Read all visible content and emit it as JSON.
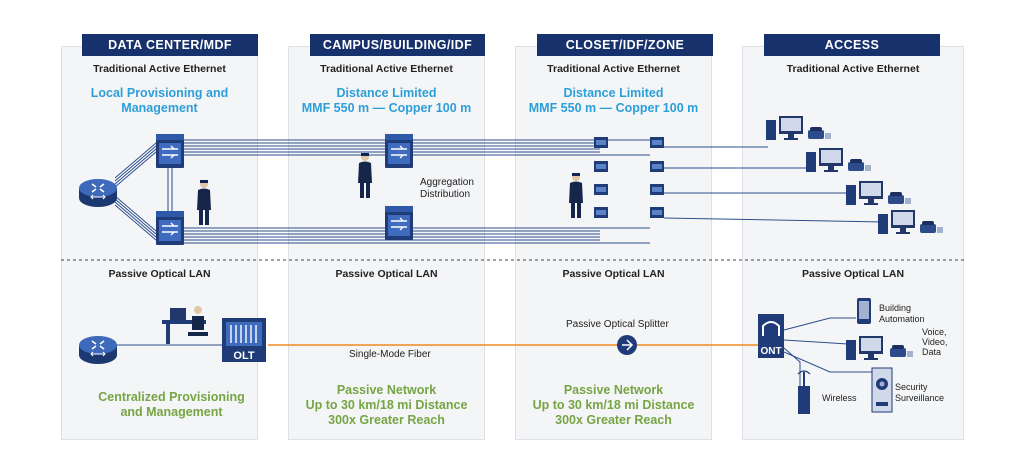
{
  "columns": [
    {
      "header": "DATA CENTER/MDF",
      "active_label": "Traditional Active Ethernet",
      "active_desc": [
        "Local Provisioning and",
        "Management"
      ],
      "passive_label": "Passive Optical LAN",
      "passive_desc": [
        "Centralized Provisioning",
        "and Management"
      ]
    },
    {
      "header": "CAMPUS/BUILDING/IDF",
      "active_label": "Traditional Active Ethernet",
      "active_desc": [
        "Distance Limited",
        "MMF 550 m — Copper 100 m"
      ],
      "passive_label": "Passive Optical LAN",
      "passive_desc": [
        "Passive Network",
        "Up to 30 km/18 mi Distance",
        "300x Greater Reach"
      ]
    },
    {
      "header": "CLOSET/IDF/ZONE",
      "active_label": "Traditional Active Ethernet",
      "active_desc": [
        "Distance Limited",
        "MMF 550 m — Copper 100 m"
      ],
      "passive_label": "Passive Optical LAN",
      "passive_desc": [
        "Passive Network",
        "Up to 30 km/18 mi Distance",
        "300x Greater Reach"
      ]
    },
    {
      "header": "ACCESS",
      "active_label": "Traditional Active Ethernet",
      "active_desc": [],
      "passive_label": "Passive Optical LAN",
      "passive_desc": []
    }
  ],
  "annotations": {
    "aggregation": [
      "Aggregation",
      "Distribution"
    ],
    "fiber": "Single-Mode Fiber",
    "splitter": "Passive Optical Splitter",
    "olt": "OLT",
    "ont": "ONT"
  },
  "endpoints": {
    "building": [
      "Building",
      "Automation"
    ],
    "voice": [
      "Voice,",
      "Video,",
      "Data"
    ],
    "wireless": "Wireless",
    "security": [
      "Security",
      "Surveillance"
    ]
  },
  "colors": {
    "navy": "#16316b",
    "accent_blue": "#2d9fd8",
    "accent_green": "#76a544",
    "fiber_orange": "#f08a24"
  }
}
